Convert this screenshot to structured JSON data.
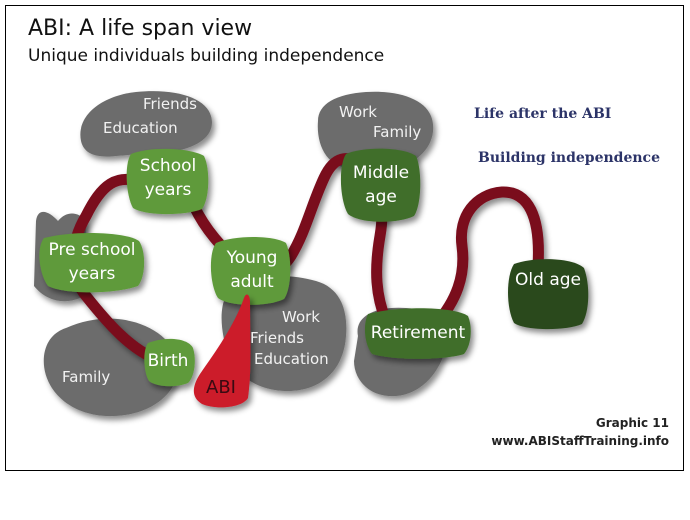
{
  "title": "ABI: A life span view",
  "subtitle": "Unique individuals building independence",
  "right_notes": {
    "line1": "Life after the ABI",
    "line2": "Building independence"
  },
  "stages": {
    "birth": "Birth",
    "pre_school": "Pre school years",
    "school": "School years",
    "young_adult": "Young adult",
    "middle_age": "Middle age",
    "retirement": "Retirement",
    "old_age": "Old age",
    "abi": "ABI"
  },
  "context_labels": {
    "family_bottom": "Family",
    "friends_top": "Friends",
    "education_top": "Education",
    "work_mid": "Work",
    "friends_mid": "Friends",
    "education_mid": "Education",
    "work_top": "Work",
    "family_top": "Family"
  },
  "footer": {
    "graphic": "Graphic 11",
    "website": "www.ABIStaffTraining.info"
  },
  "colors": {
    "path": "#7a0a1e",
    "blob": "#6c6c6c",
    "node_light": "#5e9a3a",
    "node_mid": "#3f6e2a",
    "node_dark": "#2c4a1f",
    "abi": "#cc1a2a"
  }
}
